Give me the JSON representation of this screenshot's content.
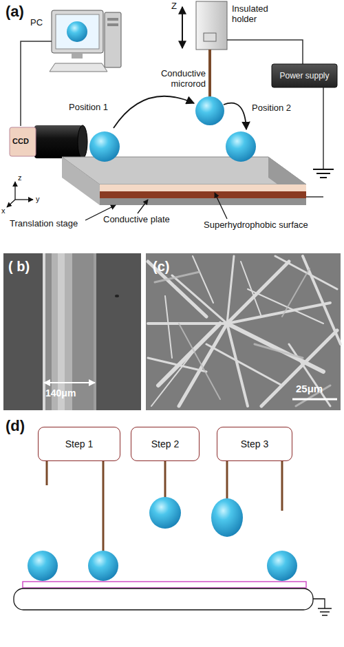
{
  "diagram": {
    "nodes": [
      {
        "text": [
          "Power supply"
        ]
      },
      {
        "text": [
          "Step 1"
        ]
      },
      {
        "text": [
          "Step 2"
        ]
      },
      {
        "text": [
          "Step 3"
        ]
      }
    ],
    "labels": [
      "(a)",
      "Z",
      "Insulated holder",
      "PC",
      "Conductive microrod",
      "Position 1",
      "Position 2",
      "CCD",
      "z",
      "y",
      "x",
      "Translation stage",
      "Conductive plate",
      "Superhydrophobic surface",
      "( b)",
      "140μm",
      "(c)",
      "25μm",
      "(d)"
    ]
  }
}
